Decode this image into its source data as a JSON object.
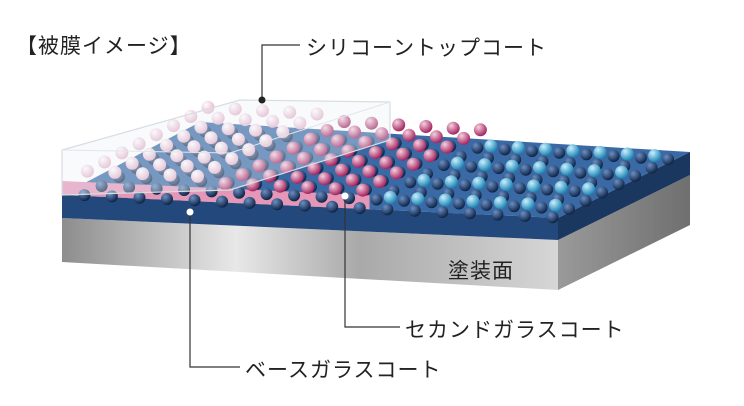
{
  "title": "【被膜イメージ】",
  "labels": {
    "top_coat": "シリコーントップコート",
    "surface": "塗装面",
    "second_coat": "セカンドガラスコート",
    "base_coat": "ベースガラスコート"
  },
  "colors": {
    "base_gray": "#b9b9b9",
    "blue_layer": "#2a4f86",
    "pink_layer": "#e8a6c2",
    "pink_ball": "#b8336e",
    "cyan_ball": "#3aa6cf",
    "navy_ball": "#17345e"
  }
}
